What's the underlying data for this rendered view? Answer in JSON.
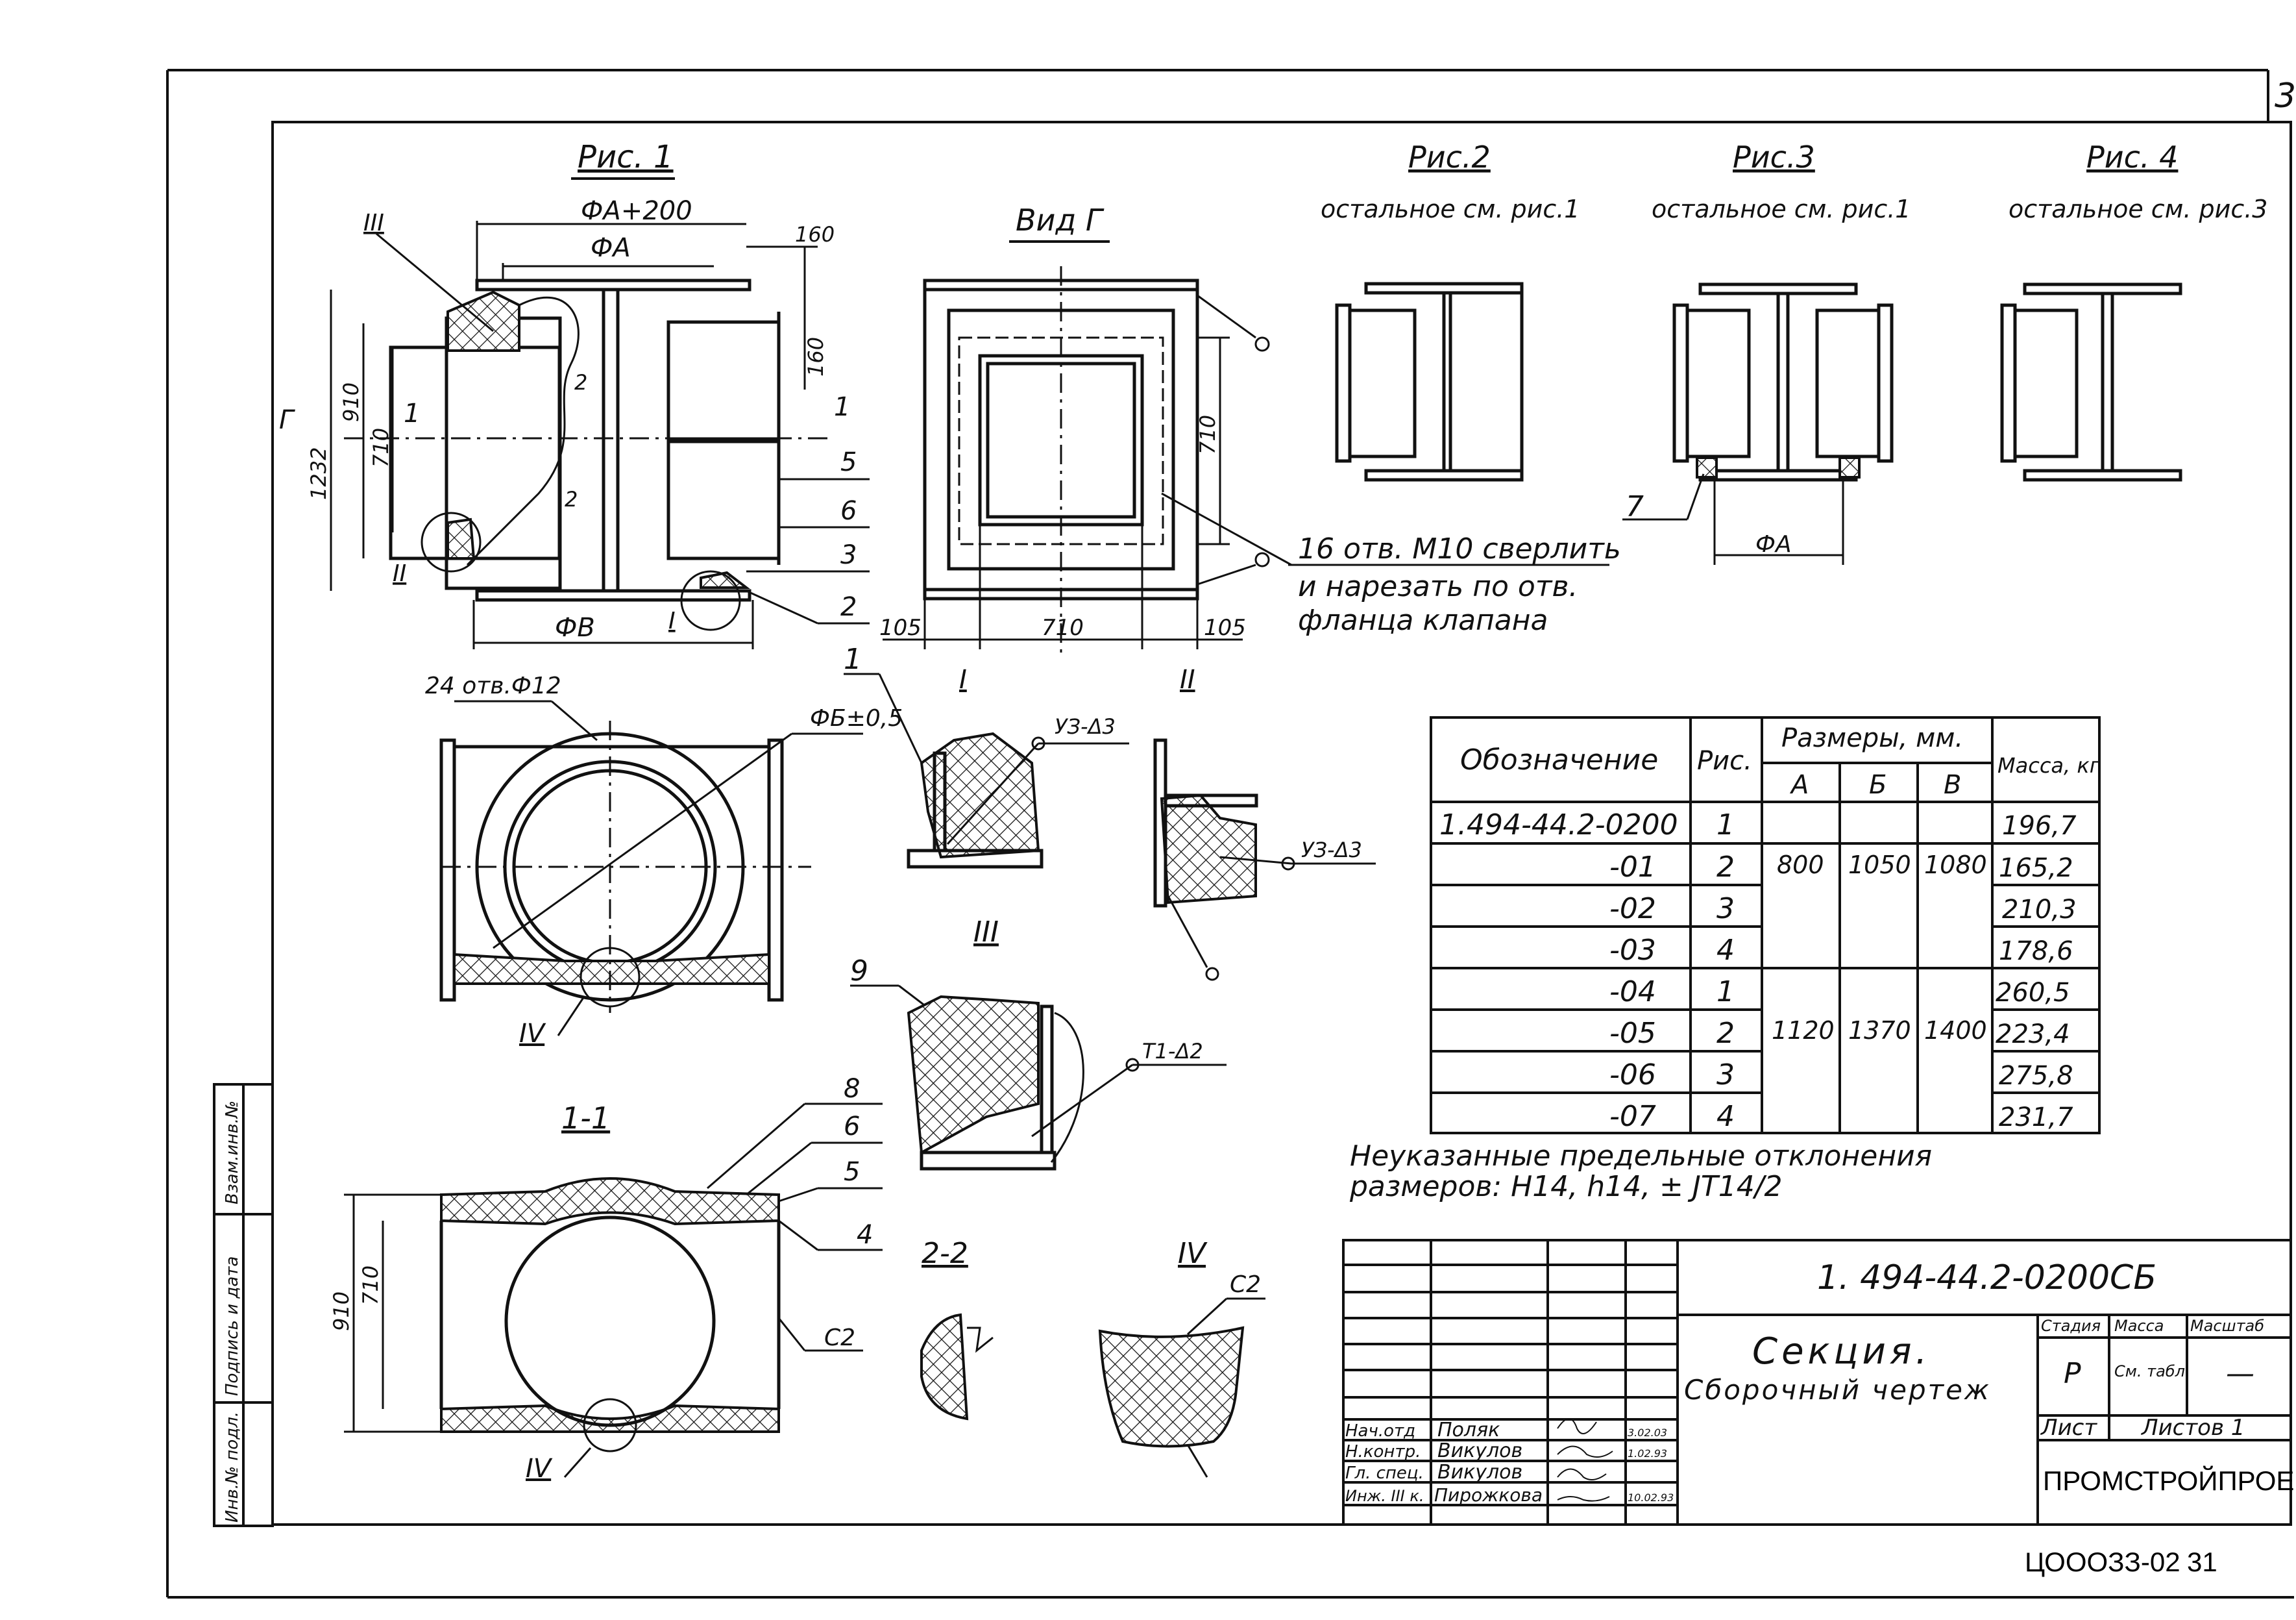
{
  "sheet": {
    "page_number": "3",
    "doc_code": "1. 494-44.2-0200СБ",
    "footer_code": "ЦОООЗЗ-02",
    "footer_page": "31"
  },
  "figures": {
    "fig1": {
      "title": "Рис. 1"
    },
    "fig2": {
      "title": "Рис.2",
      "note": "остальное см. рис.1"
    },
    "fig3": {
      "title": "Рис.3",
      "note": "остальное см. рис.1"
    },
    "fig4": {
      "title": "Рис. 4",
      "note": "остальное см. рис.3"
    },
    "view_g": {
      "title": "Вид Г"
    },
    "sec_11": {
      "title": "1-1"
    },
    "sec_22": {
      "title": "2-2"
    },
    "det1": {
      "title": "I"
    },
    "det2": {
      "title": "II"
    },
    "det3": {
      "title": "III"
    },
    "det4": {
      "title": "IV"
    }
  },
  "dims": {
    "fa200": "ФА+200",
    "fa": "ФА",
    "fb": "ФВ",
    "d160a": "160",
    "d160b": "160",
    "d910": "910",
    "d710": "710",
    "d1232": "1232",
    "g": "Г",
    "v710": "710",
    "h105a": "105",
    "h710": "710",
    "h105b": "105",
    "fb05": "ФБ±0,5",
    "holes24": "24 отв.Ф12",
    "d910b": "910",
    "d710b": "710",
    "fa3": "ФА",
    "weld1": "УЗ-Δ3",
    "weld2": "УЗ-Δ3",
    "weld3": "Т1-Δ2",
    "c2a": "С2",
    "c2b": "С2"
  },
  "callouts": {
    "n1": "1",
    "n2": "2",
    "n3": "3",
    "n4": "4",
    "n5": "5",
    "n6": "6",
    "n7": "7",
    "n8": "8",
    "n9": "9",
    "n5b": "5",
    "n6b": "6",
    "sec1": "1",
    "sec1b": "1",
    "sec2": "2",
    "sec2b": "2",
    "rI": "I",
    "rII": "II",
    "rIII": "III",
    "rIV": "IV",
    "rIVb": "IV",
    "rIa": "I",
    "rIIa": "II"
  },
  "notes": {
    "holes16_l1": "16 отв. М10 сверлить",
    "holes16_l2": "и нарезать по отв.",
    "holes16_l3": "фланца клапана",
    "tolerance_l1": "Неуказанные предельные отклонения",
    "tolerance_l2": "размеров: Н14, h14, ± JT14/2"
  },
  "table": {
    "headers": {
      "designation": "Обозначение",
      "fig": "Рис.",
      "sizes": "Размеры, мм.",
      "a": "А",
      "b": "Б",
      "v": "В",
      "mass": "Масса, кг"
    },
    "rows": [
      {
        "designation": "1.494-44.2-0200",
        "fig": "1",
        "mass": "196,7"
      },
      {
        "designation": "-01",
        "fig": "2",
        "mass": "165,2"
      },
      {
        "designation": "-02",
        "fig": "3",
        "mass": "210,3"
      },
      {
        "designation": "-03",
        "fig": "4",
        "mass": "178,6"
      },
      {
        "designation": "-04",
        "fig": "1",
        "mass": "260,5"
      },
      {
        "designation": "-05",
        "fig": "2",
        "mass": "223,4"
      },
      {
        "designation": "-06",
        "fig": "3",
        "mass": "275,8"
      },
      {
        "designation": "-07",
        "fig": "4",
        "mass": "231,7"
      }
    ],
    "group1": {
      "a": "800",
      "b": "1050",
      "v": "1080"
    },
    "group2": {
      "a": "1120",
      "b": "1370",
      "v": "1400"
    }
  },
  "title_block": {
    "name_l1": "Секция.",
    "name_l2": "Сборочный чертеж",
    "stage_h": "Стадия",
    "mass_h": "Масса",
    "scale_h": "Масштаб",
    "stage": "Р",
    "mass": "См. табл.",
    "scale": "—",
    "sheet": "Лист",
    "sheets": "Листов 1",
    "org": "ПРОМСТРОЙПРОЕКТ",
    "people": [
      {
        "role": "Нач.отд",
        "name": "Поляк",
        "date": "3.02.03"
      },
      {
        "role": "Н.контр.",
        "name": "Викулов",
        "date": "1.02.93"
      },
      {
        "role": "Гл. спец.",
        "name": "Викулов",
        "date": ""
      },
      {
        "role": "Инж. III к.",
        "name": "Пирожкова",
        "date": "10.02.93"
      }
    ]
  },
  "side_stamp": {
    "inv": "Инв.№ подл.",
    "sign": "Подпись и дата",
    "vz": "Взам.инв.№"
  }
}
